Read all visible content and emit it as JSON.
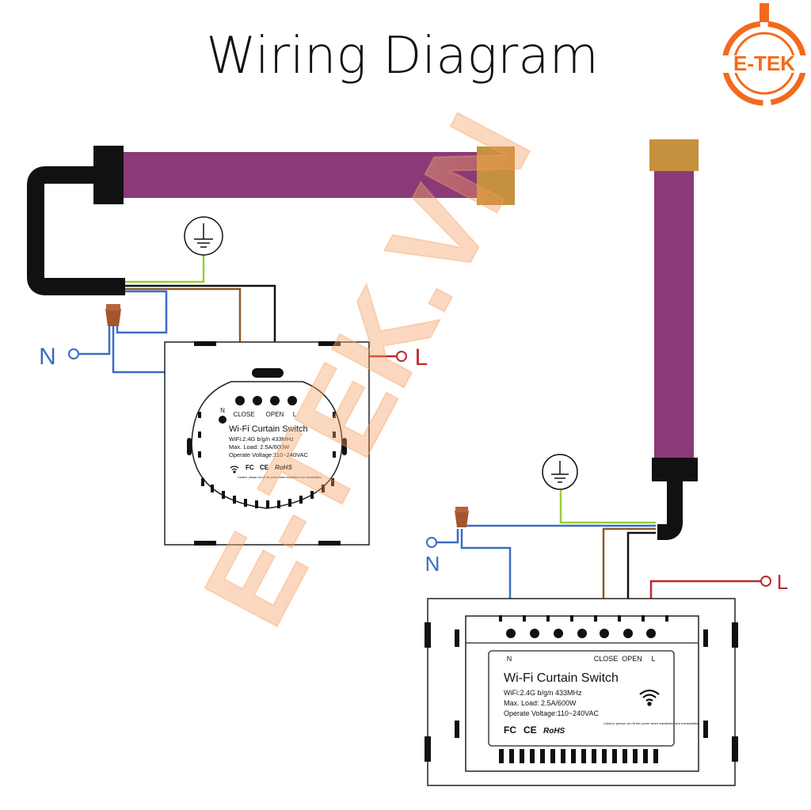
{
  "title": "Wiring Diagram",
  "brand": {
    "logo_text": "E-TEK",
    "watermark": "E-TEK.VN",
    "color": "#f26a1b"
  },
  "colors": {
    "tube": "#8a3a78",
    "tube_cap": "#c4913e",
    "neutral_wire": "#3b6cc4",
    "live_wire": "#c0272d",
    "earth_wire": "#9acd3c",
    "brown_wire": "#8b5a2b",
    "black_wire": "#111111",
    "connector": "#a5542b"
  },
  "icons": {
    "earth": "earth-ground-icon",
    "wifi": "wifi-icon"
  },
  "switch_labels": {
    "product": "Wi-Fi Curtain Switch",
    "wifi_spec": "WiFi:2.4G b/g/n 433MHz",
    "max_load": "Max. Load: 2.5A/600W",
    "voltage": "Operate Voltage:110~240VAC",
    "caution": "Caution: please cut off the power when installation and uninstallation",
    "cert_fc": "FC",
    "cert_ce": "CE",
    "cert_rohs": "RoHS",
    "terminal_n": "N",
    "terminal_close": "CLOSE",
    "terminal_open": "OPEN",
    "terminal_l": "L"
  },
  "power_labels": {
    "neutral": "N",
    "live": "L"
  }
}
